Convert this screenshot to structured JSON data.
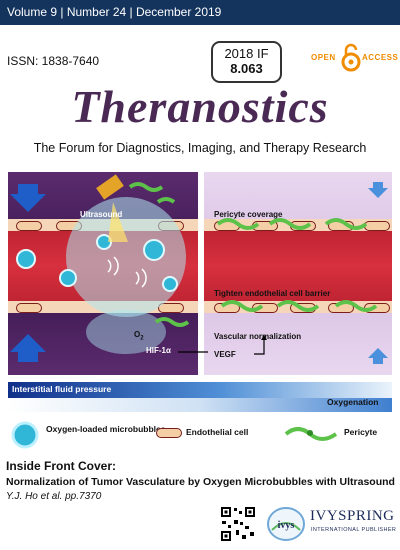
{
  "header": {
    "issue_line": "Volume 9 | Number 24 | December 2019",
    "issn": "ISSN: 1838-7640",
    "impact_factor": {
      "label": "2018 IF",
      "value": "8.063"
    },
    "open_access": {
      "open": "OPEN",
      "access": "ACCESS"
    },
    "colors": {
      "bar": "#14345e",
      "brand": "#4a2a55",
      "oa": "#f08c00"
    }
  },
  "journal": {
    "title": "Theranostics",
    "tagline": "The Forum for Diagnostics, Imaging, and Therapy Research"
  },
  "figure": {
    "left_labels": {
      "ultrasound": "Ultrasound",
      "o2": "O",
      "o2_sub": "2",
      "hif": "HIF-1α"
    },
    "right_labels": {
      "pericyte_coverage": "Pericyte coverage",
      "tighten": "Tighten endothelial cell barrier",
      "vascular": "Vascular normalization",
      "vegf": "VEGF"
    },
    "gradient": {
      "interstitial": "Interstitial fluid pressure",
      "oxygenation": "Oxygenation"
    },
    "legend": {
      "microbubbles": "Oxygen-loaded microbubbles",
      "endothelial": "Endothelial cell",
      "pericyte": "Pericyte"
    }
  },
  "cover_caption": {
    "title": "Inside Front Cover:",
    "subtitle": "Normalization of Tumor Vasculature by Oxygen Microbubbles with Ultrasound",
    "author": "Y.J. Ho et al. pp.7370"
  },
  "publisher": {
    "name": "IVYSPRING",
    "sub": "INTERNATIONAL PUBLISHER",
    "logo_text": "ivys"
  }
}
